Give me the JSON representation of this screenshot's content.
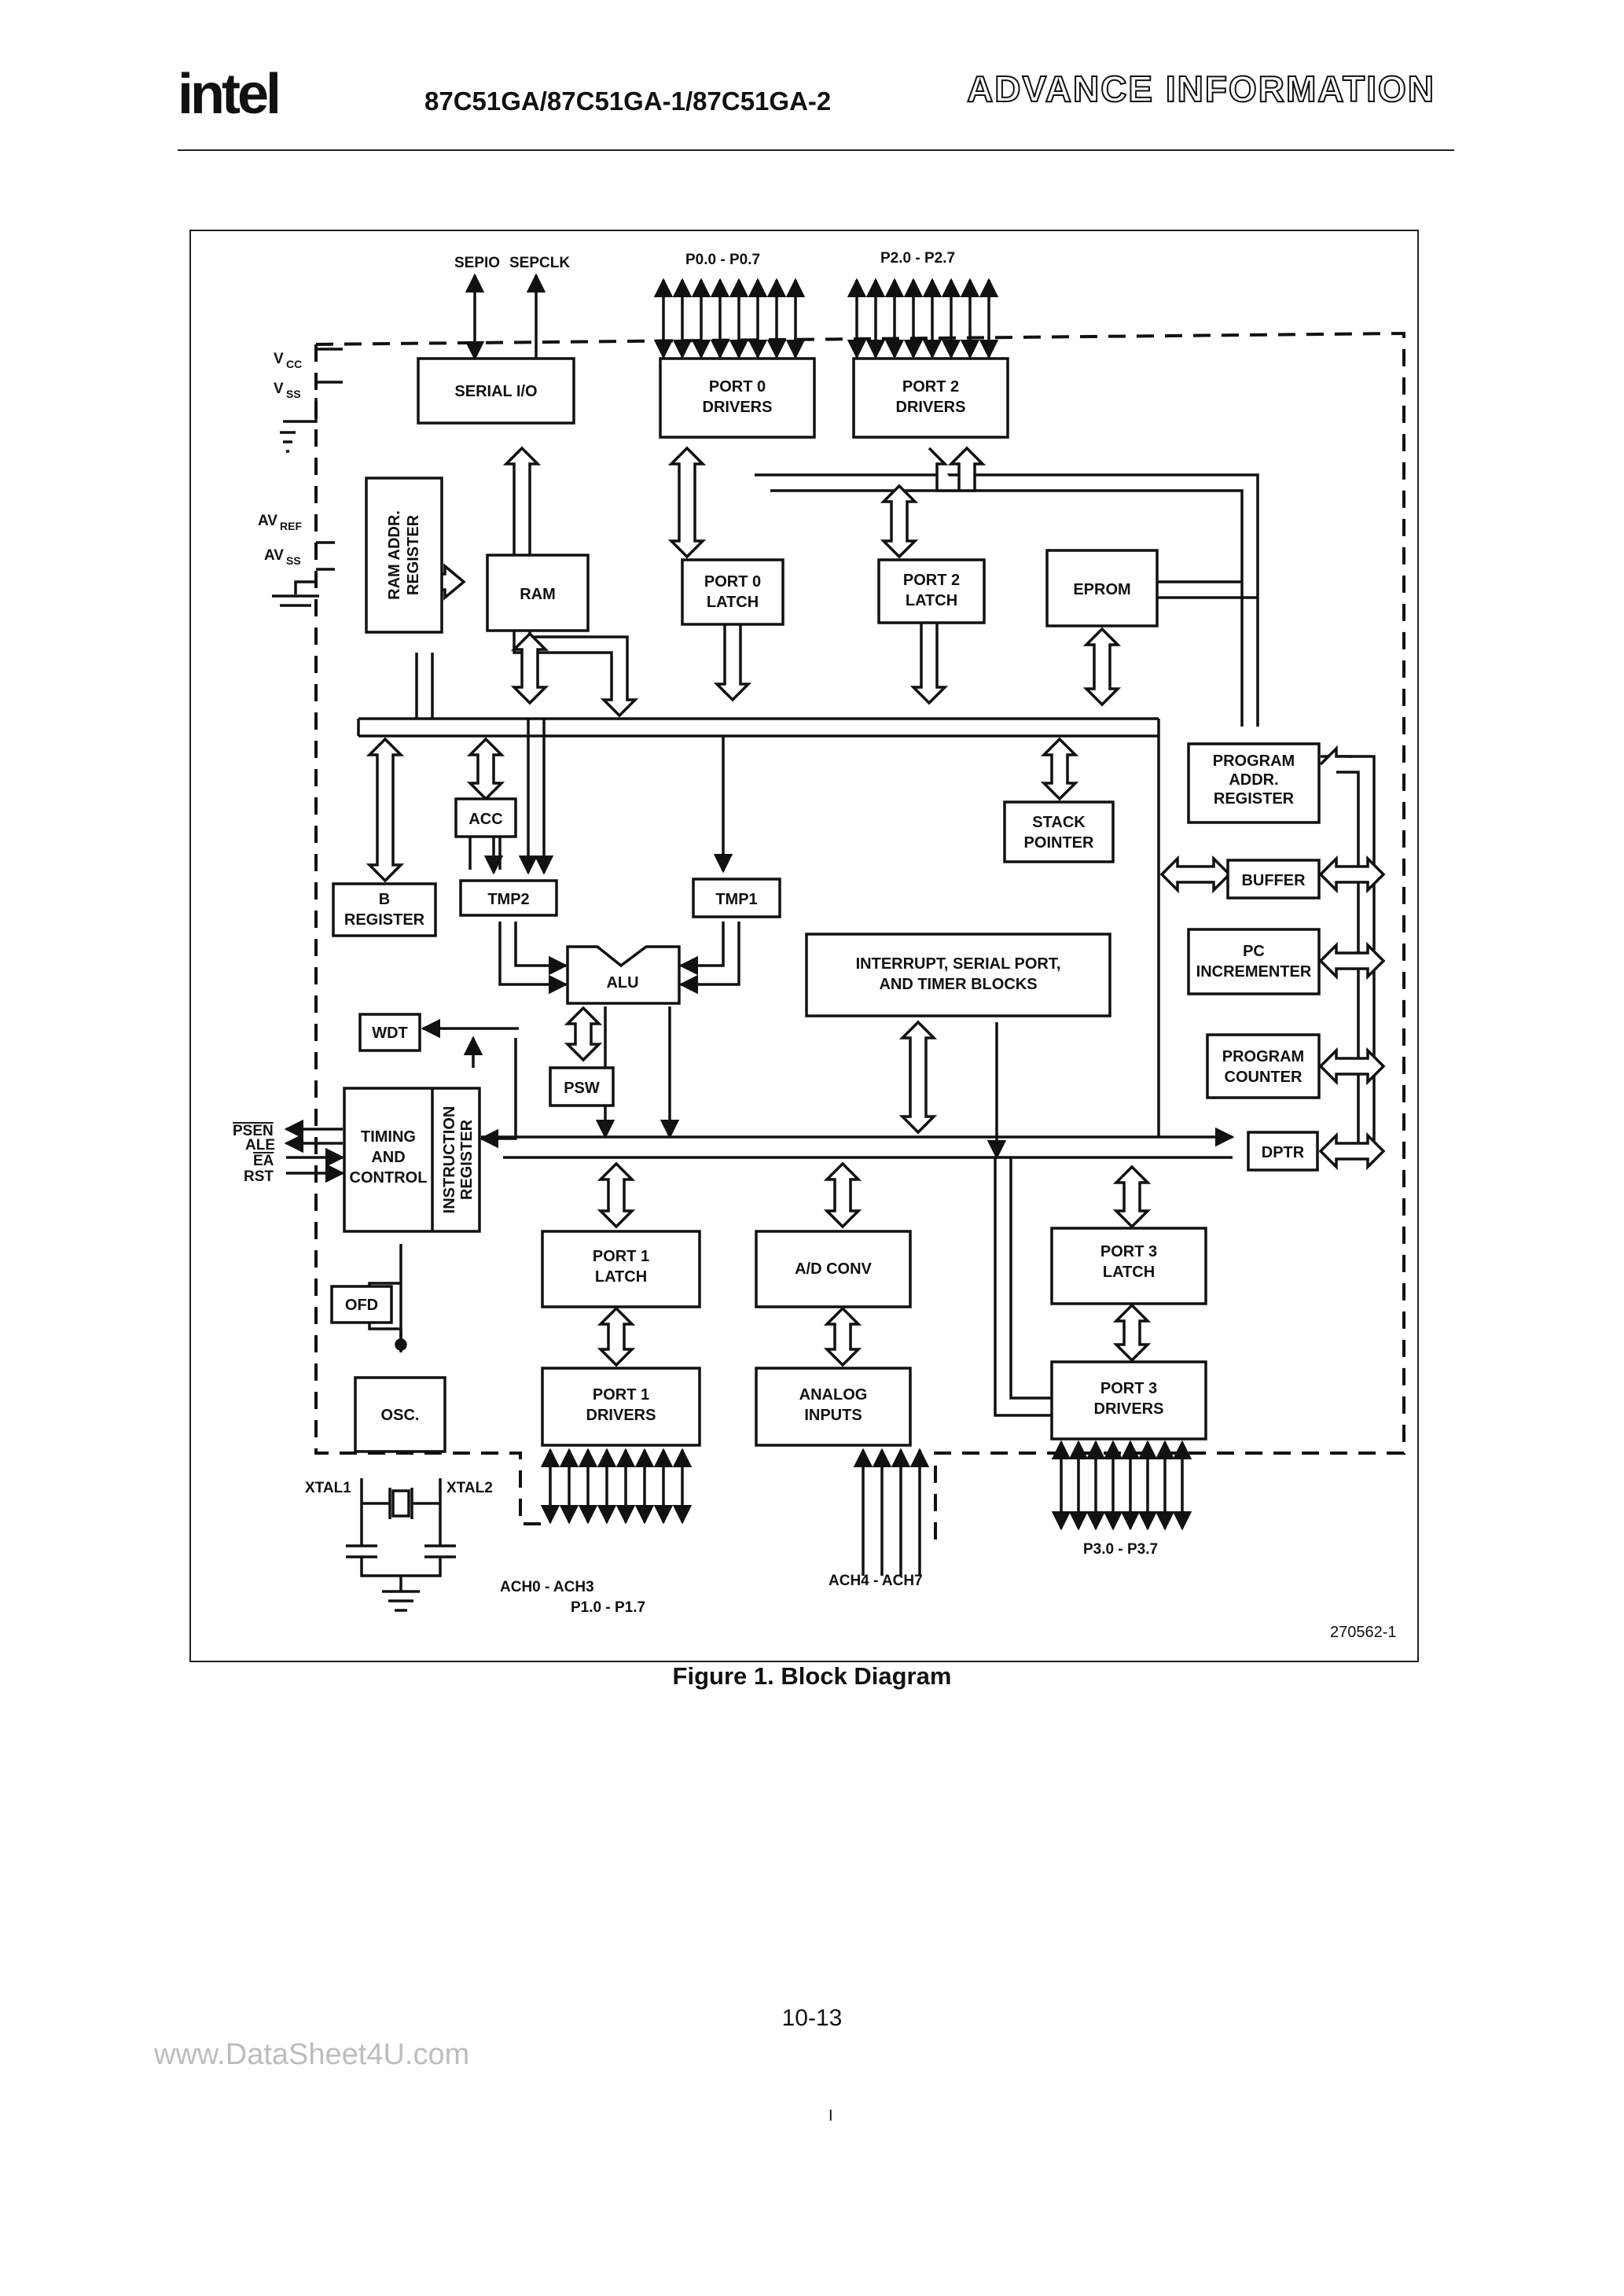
{
  "header": {
    "logo": "intel",
    "part_numbers": "87C51GA/87C51GA-1/87C51GA-2",
    "status": "ADVANCE INFORMATION"
  },
  "diagram": {
    "blocks": {
      "serial_io": "SERIAL I/O",
      "port0_drivers": [
        "PORT 0",
        "DRIVERS"
      ],
      "port2_drivers": [
        "PORT 2",
        "DRIVERS"
      ],
      "ram_addr_register": [
        "RAM ADDR.",
        "REGISTER"
      ],
      "ram": "RAM",
      "port0_latch": [
        "PORT 0",
        "LATCH"
      ],
      "port2_latch": [
        "PORT 2",
        "LATCH"
      ],
      "eprom": "EPROM",
      "program_addr_register": [
        "PROGRAM",
        "ADDR.",
        "REGISTER"
      ],
      "acc": "ACC",
      "stack_pointer": [
        "STACK",
        "POINTER"
      ],
      "b_register": [
        "B",
        "REGISTER"
      ],
      "tmp2": "TMP2",
      "tmp1": "TMP1",
      "buffer": "BUFFER",
      "alu": "ALU",
      "interrupt_blocks": [
        "INTERRUPT, SERIAL PORT,",
        "AND TIMER BLOCKS"
      ],
      "pc_incrementer": [
        "PC",
        "INCREMENTER"
      ],
      "wdt": "WDT",
      "psw": "PSW",
      "program_counter": [
        "PROGRAM",
        "COUNTER"
      ],
      "timing_control": [
        "TIMING",
        "AND",
        "CONTROL"
      ],
      "instruction_register": [
        "INSTRUCTION",
        "REGISTER"
      ],
      "dptr": "DPTR",
      "port1_latch": [
        "PORT 1",
        "LATCH"
      ],
      "ad_conv": "A/D CONV",
      "port3_latch": [
        "PORT 3",
        "LATCH"
      ],
      "ofd": "OFD",
      "osc": "OSC.",
      "port1_drivers": [
        "PORT 1",
        "DRIVERS"
      ],
      "analog_inputs": [
        "ANALOG",
        "INPUTS"
      ],
      "port3_drivers": [
        "PORT 3",
        "DRIVERS"
      ]
    },
    "pins": {
      "sepio": "SEPIO",
      "sepclk": "SEPCLK",
      "p0": "P0.0 - P0.7",
      "p2": "P2.0 - P2.7",
      "vcc": [
        "V",
        "CC"
      ],
      "vss": [
        "V",
        "SS"
      ],
      "avref": [
        "AV",
        "REF"
      ],
      "avss": [
        "AV",
        "SS"
      ],
      "psen": "PSEN",
      "ale": "ALE",
      "ea": "EA",
      "rst": "RST",
      "xtal1": "XTAL1",
      "xtal2": "XTAL2",
      "ach0_3": "ACH0 - ACH3",
      "p1": "P1.0 - P1.7",
      "ach4_7": "ACH4 - ACH7",
      "p3": "P3.0 - P3.7"
    },
    "figure_id": "270562-1"
  },
  "caption": "Figure 1. Block Diagram",
  "page_number": "10-13",
  "watermark": "www.DataSheet4U.com",
  "footer_mark": "I"
}
